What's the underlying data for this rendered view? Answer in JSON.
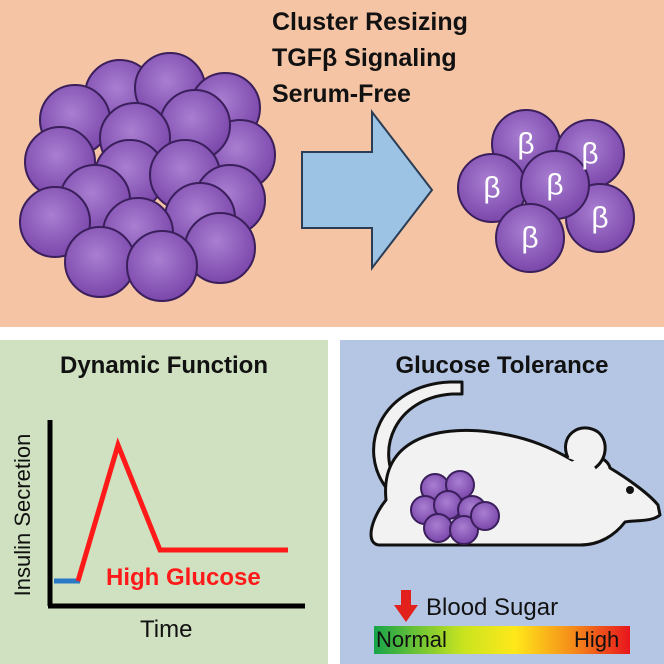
{
  "top": {
    "steps": [
      "Cluster Resizing",
      "TGFβ Signaling",
      "Serum-Free"
    ],
    "beta_symbol": "β"
  },
  "dynamic": {
    "title": "Dynamic Function",
    "ylabel": "Insulin Secretion",
    "xlabel": "Time",
    "curve_label": "High Glucose",
    "curve_color": "#ff1a1a",
    "baseline_color": "#2979c6"
  },
  "glucose": {
    "title": "Glucose Tolerance",
    "blood_sugar_label": "Blood Sugar",
    "scale_low": "Normal",
    "scale_high": "High",
    "arrow_color": "#e2211c"
  },
  "colors": {
    "cell_fill": "#8a56b8",
    "cell_stroke": "#3b1f5c",
    "arrow_fill": "#9cc3e4",
    "mouse_fill": "#f2f2f2"
  }
}
